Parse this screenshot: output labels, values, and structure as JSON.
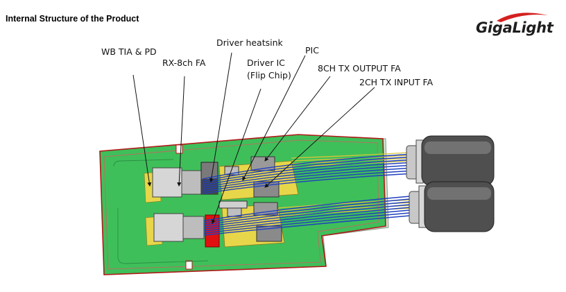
{
  "page": {
    "title": "Internal Structure of the Product"
  },
  "logo": {
    "text": "GigaLight"
  },
  "labels": {
    "wb_tia_pd": "WB TIA & PD",
    "rx_8ch_fa": "RX-8ch FA",
    "driver_heatsink": "Driver heatsink",
    "driver_ic_line1": "Driver IC",
    "driver_ic_line2": "(Flip Chip)",
    "pic": "PIC",
    "tx_output_fa": "8CH TX OUTPUT FA",
    "tx_input_fa": "2CH TX INPUT FA"
  },
  "colors": {
    "pcb_green": "#3fbf5a",
    "pcb_outline": "#b01818",
    "base_plate": "#d0e3d0",
    "fiber_blue": "#1f3fbf",
    "fiber_yellow": "#d8c53a",
    "connector_gray": "#5a5a5a",
    "driver_red": "#e01010",
    "logo_red": "#d42020"
  }
}
